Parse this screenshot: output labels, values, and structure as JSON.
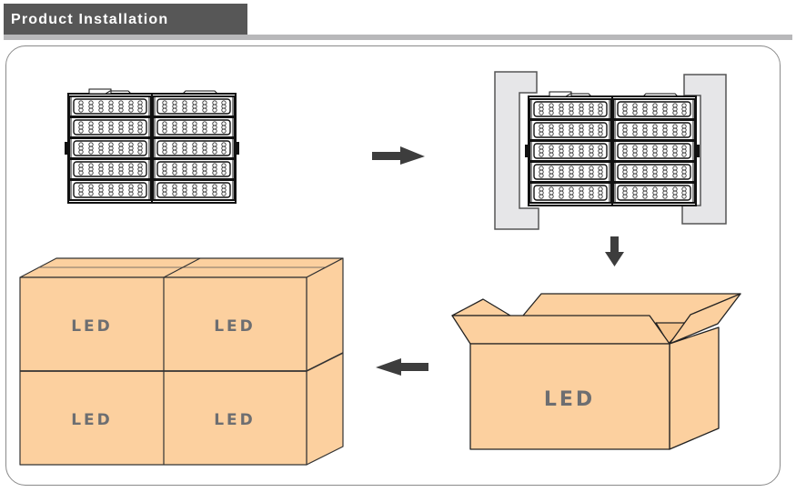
{
  "header": {
    "title": "Product Installation"
  },
  "steps": [
    {
      "name": "led-fixture",
      "description": "LED flood light fixture"
    },
    {
      "name": "fixture-with-foam-brackets",
      "description": "Fixture fitted with protective end brackets"
    },
    {
      "name": "open-carton",
      "description": "Fixture placed into open carton",
      "label": "LED"
    },
    {
      "name": "stacked-cartons",
      "description": "Packed cartons stacked",
      "labels": [
        "LED",
        "LED",
        "LED",
        "LED"
      ]
    }
  ],
  "arrows": [
    {
      "from": "led-fixture",
      "to": "fixture-with-foam-brackets",
      "direction": "right"
    },
    {
      "from": "fixture-with-foam-brackets",
      "to": "open-carton",
      "direction": "down"
    },
    {
      "from": "open-carton",
      "to": "stacked-cartons",
      "direction": "left"
    }
  ],
  "colors": {
    "header_bg": "#575757",
    "rule": "#b8b8ba",
    "carton": "#fcd09f",
    "bracket": "#e6e6e8",
    "arrow": "#3d3d3d",
    "label": "#6d6e71"
  }
}
